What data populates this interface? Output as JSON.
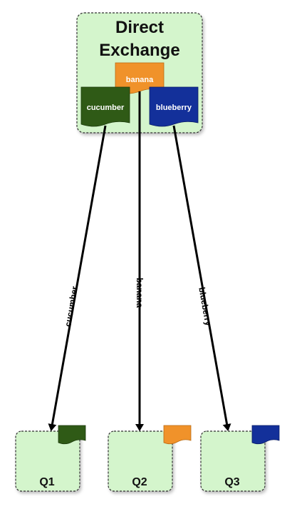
{
  "exchange": {
    "title_line1": "Direct",
    "title_line2": "Exchange",
    "bindings": [
      {
        "key": "banana",
        "color": "#f0922a"
      },
      {
        "key": "cucumber",
        "color": "#2f5a16"
      },
      {
        "key": "blueberry",
        "color": "#13309a"
      }
    ]
  },
  "edges": [
    {
      "label": "cucumber",
      "target": "Q1"
    },
    {
      "label": "banana",
      "target": "Q2"
    },
    {
      "label": "blueberry",
      "target": "Q3"
    }
  ],
  "queues": [
    {
      "name": "Q1",
      "flag_color": "#2f5a16"
    },
    {
      "name": "Q2",
      "flag_color": "#f0922a"
    },
    {
      "name": "Q3",
      "flag_color": "#13309a"
    }
  ],
  "colors": {
    "box_fill": "#d4f5cc",
    "box_stroke": "#333333",
    "arrow": "#000000"
  }
}
